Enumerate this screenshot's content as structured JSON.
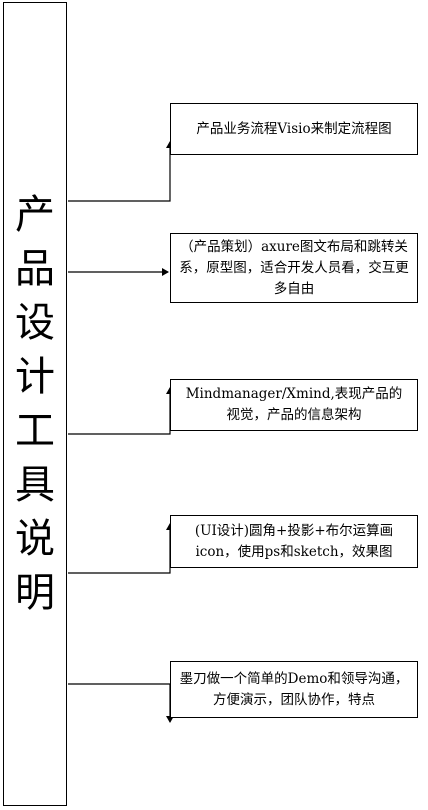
{
  "title_chars": [
    "产",
    "品",
    "设",
    "计",
    "工",
    "具",
    "说",
    "明"
  ],
  "nodes": [
    {
      "text": "产品业务流程Visio来制定流程图"
    },
    {
      "text": "（产品策划）axure图文布局和跳转关系，原型图，适合开发人员看，交互更多自由"
    },
    {
      "text": "Mindmanager/Xmind,表现产品的视觉，产品的信息架构"
    },
    {
      "text": "(UI设计)圆角+投影+布尔运算画icon，使用ps和sketch，效果图"
    },
    {
      "text": "墨刀做一个简单的Demo和领导沟通，方便演示，团队协作，特点"
    }
  ]
}
